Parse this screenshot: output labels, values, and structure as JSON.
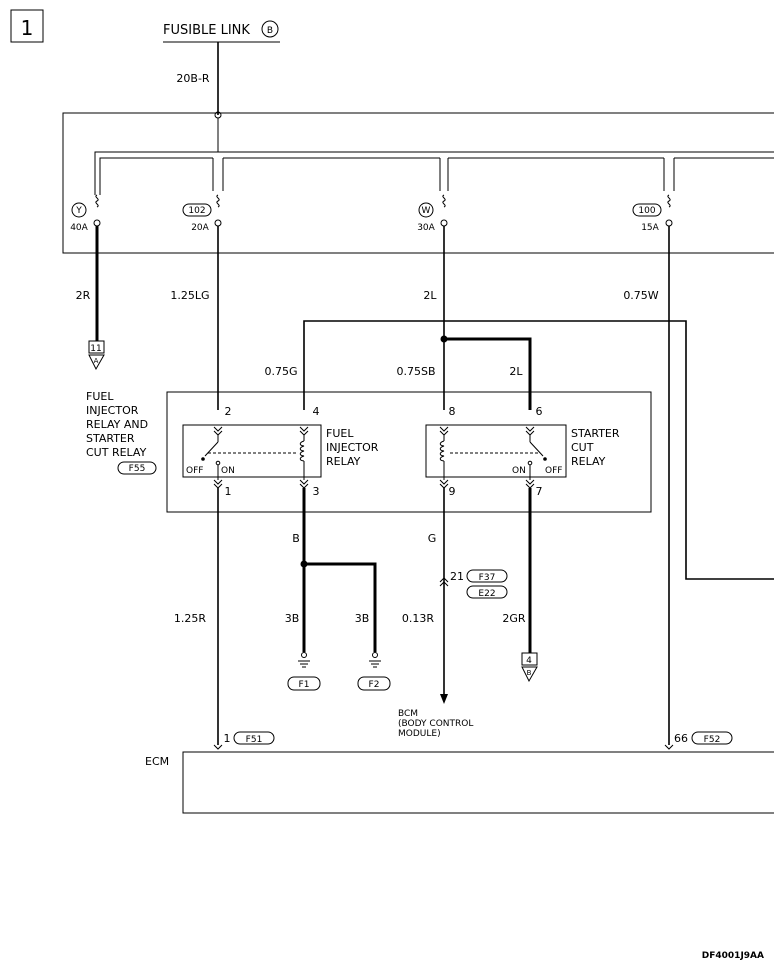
{
  "page_number": "1",
  "fusible_link": {
    "label": "FUSIBLE LINK",
    "id": "B"
  },
  "fusible_wire": "20B-R",
  "fuses": [
    {
      "id": "Y",
      "rating": "40A",
      "wire": "2R"
    },
    {
      "id": "102",
      "rating": "20A",
      "wire": "1.25LG"
    },
    {
      "id": "W",
      "rating": "30A",
      "wire": "2L"
    },
    {
      "id": "100",
      "rating": "15A",
      "wire": "0.75W"
    }
  ],
  "connector_11": {
    "num": "11",
    "letter": "A"
  },
  "connector_4": {
    "num": "4",
    "letter": "B"
  },
  "relay_box": {
    "title_lines": [
      "FUEL",
      "INJECTOR",
      "RELAY AND",
      "STARTER",
      "CUT RELAY"
    ],
    "connector": "F55",
    "fuel_relay_lines": [
      "FUEL",
      "INJECTOR",
      "RELAY"
    ],
    "starter_relay_lines": [
      "STARTER",
      "CUT",
      "RELAY"
    ],
    "off": "OFF",
    "on": "ON",
    "pins": [
      "2",
      "4",
      "1",
      "3",
      "8",
      "6",
      "9",
      "7"
    ]
  },
  "wires": {
    "w075g": "0.75G",
    "w075sb": "0.75SB",
    "w2l_b": "2L",
    "wB": "B",
    "wG": "G",
    "w125r": "1.25R",
    "w3b1": "3B",
    "w3b2": "3B",
    "w013r": "0.13R",
    "w2gr": "2GR"
  },
  "grounds": [
    "F1",
    "F2"
  ],
  "bcm_connector": {
    "pin": "21",
    "top": "F37",
    "bottom": "E22"
  },
  "bcm_lines": [
    "BCM",
    "(BODY CONTROL",
    "MODULE)"
  ],
  "ecm": {
    "label": "ECM",
    "pin1": "1",
    "conn1": "F51",
    "pin66": "66",
    "conn66": "F52"
  },
  "footer_code": "DF4001J9AA"
}
